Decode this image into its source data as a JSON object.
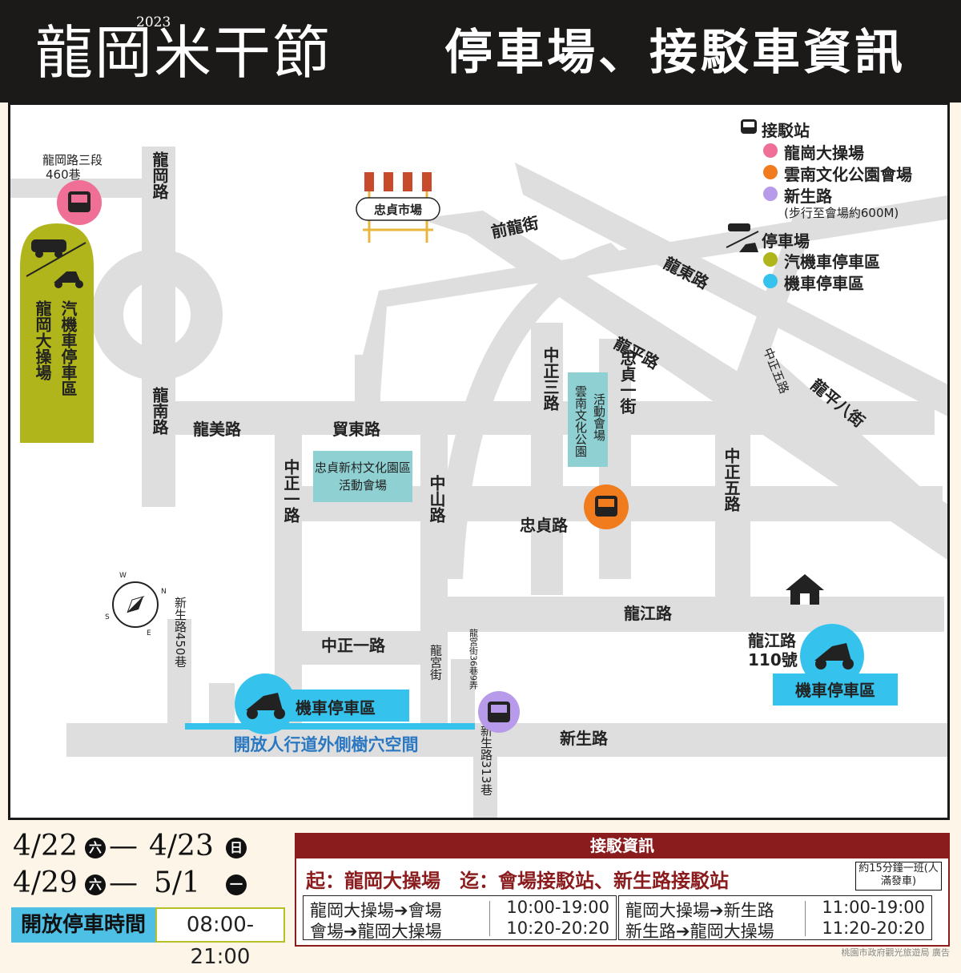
{
  "header": {
    "year": "2023",
    "festival_title": "龍岡米干節",
    "page_title": "停車場、接駁車資訊"
  },
  "legend": {
    "shuttle_heading": "接駁站",
    "shuttle_items": [
      {
        "label": "龍崗大操場",
        "color": "#ef6f96"
      },
      {
        "label": "雲南文化公園會場",
        "color": "#f07c1e"
      },
      {
        "label": "新生路",
        "color": "#b79ae9"
      }
    ],
    "shuttle_note": "(步行至會場約600M)",
    "parking_heading": "停車場",
    "parking_items": [
      {
        "label": "汽機車停車區",
        "color": "#b0b51b"
      },
      {
        "label": "機車停車區",
        "color": "#35c2ec"
      }
    ]
  },
  "map": {
    "roads": {
      "longgang_sec3_lane": "龍岡路三段",
      "lane_460": "460巷",
      "longgang_rd": "龍岡路",
      "longnan_rd": "龍南路",
      "longmei_rd": "龍美路",
      "maodong_rd": "貿東路",
      "qianlong_st": "前龍街",
      "longdong_rd": "龍東路",
      "longping_rd": "龍平路",
      "zhongzheng_5": "中正五路",
      "longping_8": "龍平八街",
      "zhongzheng_3": "中正三路",
      "zhongzhen_1": "忠貞一街",
      "zhongzheng_1_vertical": "中正一路",
      "zhongshan_rd": "中山路",
      "zhongzhen_rd": "忠貞路",
      "zhongzheng_5_vertical": "中正五路",
      "longjiang_rd": "龍江路",
      "zhongzheng_1_horizontal": "中正一路",
      "longgong_st": "龍宮街",
      "longgong_lane": "龍宮街36巷9弄",
      "xinsheng_rd": "新生路",
      "xinsheng_450": "新生路450巷",
      "xinsheng_313": "新生路313巷"
    },
    "market": "忠貞市場",
    "venue_park": "雲南文化公園",
    "venue_park_event": "活動會場",
    "venue_village": "忠貞新村文化園區",
    "venue_village_event": "活動會場",
    "parking_lot_vertical": "龍岡大操場",
    "parking_lot_type": "汽機車停車區",
    "longjiang_address": "龍江路110號",
    "longjiang_parking": "機車停車區",
    "xinsheng_parking": "機車停車區",
    "sidewalk_note": "開放人行道外側樹穴空間",
    "compass": {
      "n": "N",
      "e": "E",
      "s": "S",
      "w": "W"
    }
  },
  "dates": {
    "line1_start": "4/22",
    "line1_start_day": "六",
    "line1_dash": "—",
    "line1_end": "4/23",
    "line1_end_day": "日",
    "line2_start": "4/29",
    "line2_start_day": "六",
    "line2_dash": "—",
    "line2_end": "5/1",
    "line2_end_day": "一"
  },
  "hours": {
    "label": "開放停車時間",
    "value": "08:00-21:00"
  },
  "shuttle": {
    "heading": "接駁資訊",
    "route": "起：龍岡大操場　迄：會場接駁站、新生路接駁站",
    "frequency": "約15分鐘一班(人滿發車)",
    "schedule_a": [
      {
        "route": "龍岡大操場➔會場",
        "time": "10:00-19:00"
      },
      {
        "route": "會場➔龍岡大操場",
        "time": "10:20-20:20"
      }
    ],
    "schedule_b": [
      {
        "route": "龍岡大操場➔新生路",
        "time": "11:00-19:00"
      },
      {
        "route": "新生路➔龍岡大操場",
        "time": "11:20-20:20"
      }
    ]
  },
  "credit": "桃園市政府觀光旅遊局 廣告"
}
